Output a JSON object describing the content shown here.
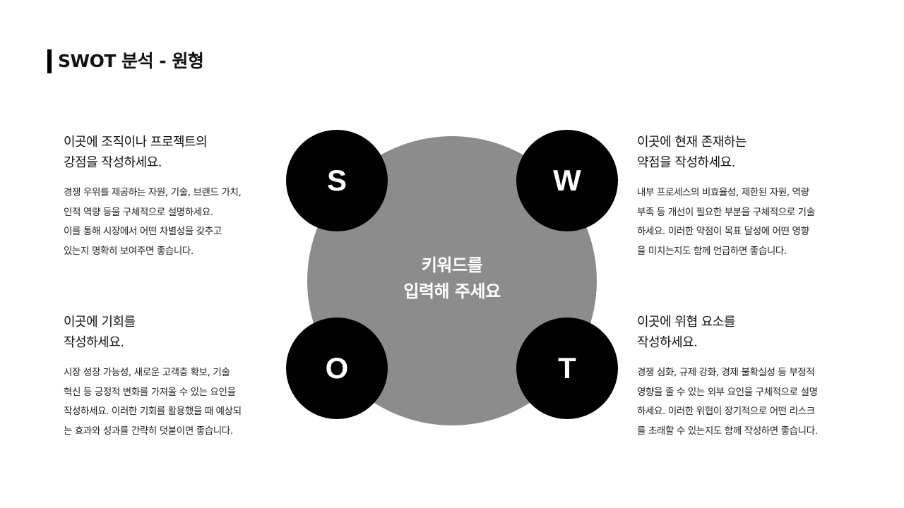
{
  "header": {
    "title": "SWOT 분석 - 원형",
    "accent_color": "#000000"
  },
  "diagram": {
    "center": {
      "lines": [
        "키워드를",
        "입력해 주세요"
      ],
      "fill_color": "#8c8c8c",
      "text_color": "#ffffff"
    },
    "nodes": [
      {
        "letter": "S",
        "fill_color": "#000000",
        "text_color": "#ffffff"
      },
      {
        "letter": "W",
        "fill_color": "#000000",
        "text_color": "#ffffff"
      },
      {
        "letter": "O",
        "fill_color": "#000000",
        "text_color": "#ffffff"
      },
      {
        "letter": "T",
        "fill_color": "#000000",
        "text_color": "#ffffff"
      }
    ]
  },
  "sections": {
    "strength": {
      "heading": [
        "이곳에 조직이나 프로젝트의",
        "강점을 작성하세요."
      ],
      "body": [
        "경쟁 우위를 제공하는 자원, 기술, 브랜드 가치,",
        "인적 역량 등을 구체적으로 설명하세요.",
        "이를 통해 시장에서 어떤 차별성을 갖추고",
        "있는지 명확히 보여주면 좋습니다."
      ]
    },
    "weakness": {
      "heading": [
        "이곳에 현재 존재하는",
        "약점을 작성하세요."
      ],
      "body": [
        "내부 프로세스의 비효율성, 제한된 자원, 역량",
        "부족 등 개선이 필요한 부분을 구체적으로 기술",
        "하세요. 이러한 약점이 목표 달성에 어떤 영향",
        "을 미치는지도 함께 언급하면 좋습니다."
      ]
    },
    "opportunity": {
      "heading": [
        "이곳에 기회를",
        "작성하세요."
      ],
      "body": [
        "시장 성장 가능성, 새로운 고객층 확보, 기술",
        "혁신 등 긍정적 변화를 가져올 수 있는 요인을",
        "작성하세요. 이러한 기회를 활용했을 때 예상되",
        "는 효과와 성과를 간략히 덧붙이면 좋습니다."
      ]
    },
    "threat": {
      "heading": [
        "이곳에 위협 요소를",
        "작성하세요."
      ],
      "body": [
        "경쟁 심화, 규제 강화, 경제 불확실성 등 부정적",
        "영향을 줄 수 있는 외부 요인을 구체적으로 설명",
        "하세요. 이러한 위협이 장기적으로 어떤 리스크",
        "를 초래할 수 있는지도 함께 작성하면 좋습니다."
      ]
    }
  }
}
